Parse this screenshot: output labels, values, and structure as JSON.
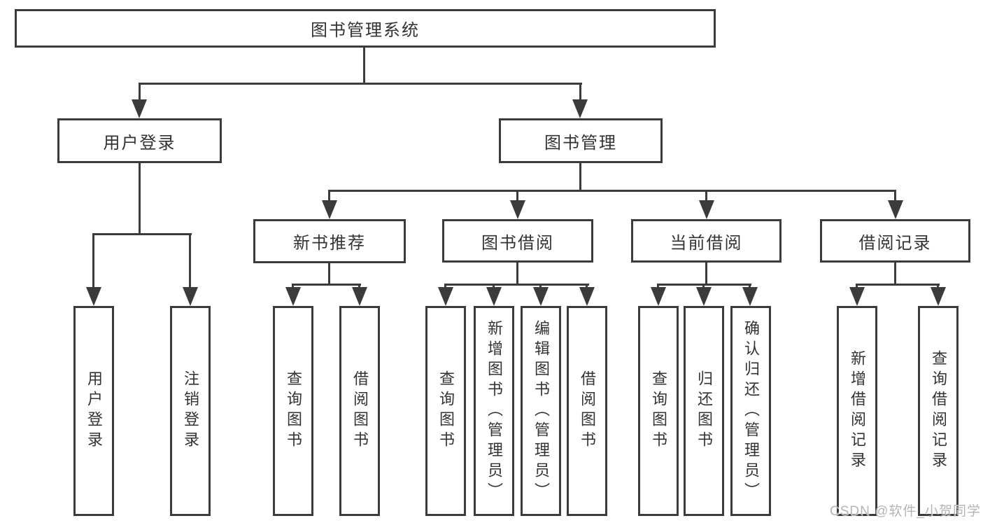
{
  "diagram": {
    "type": "hierarchy-tree",
    "root": {
      "label": "图书管理系统"
    },
    "level2": [
      {
        "label": "用户登录",
        "leaves": [
          {
            "label": "用户登录"
          },
          {
            "label": "注销登录"
          }
        ]
      },
      {
        "label": "图书管理",
        "groups": [
          {
            "label": "新书推荐",
            "leaves": [
              {
                "label": "查询图书"
              },
              {
                "label": "借阅图书"
              }
            ]
          },
          {
            "label": "图书借阅",
            "leaves": [
              {
                "label": "查询图书"
              },
              {
                "label": "新增图书（管理员）"
              },
              {
                "label": "编辑图书（管理员）"
              },
              {
                "label": "借阅图书"
              }
            ]
          },
          {
            "label": "当前借阅",
            "leaves": [
              {
                "label": "查询图书"
              },
              {
                "label": "归还图书"
              },
              {
                "label": "确认归还（管理员）"
              }
            ]
          },
          {
            "label": "借阅记录",
            "leaves": [
              {
                "label": "新增借阅记录"
              },
              {
                "label": "查询借阅记录"
              }
            ]
          }
        ]
      }
    ]
  },
  "watermark": {
    "text": "CSDN @软件_小贺同学",
    "color": "#b5b5b5"
  },
  "colors": {
    "line": "#3b3b3b",
    "box_border": "#3b3b3b",
    "box_fill": "#ffffff",
    "text": "#333333",
    "background": "#ffffff"
  }
}
